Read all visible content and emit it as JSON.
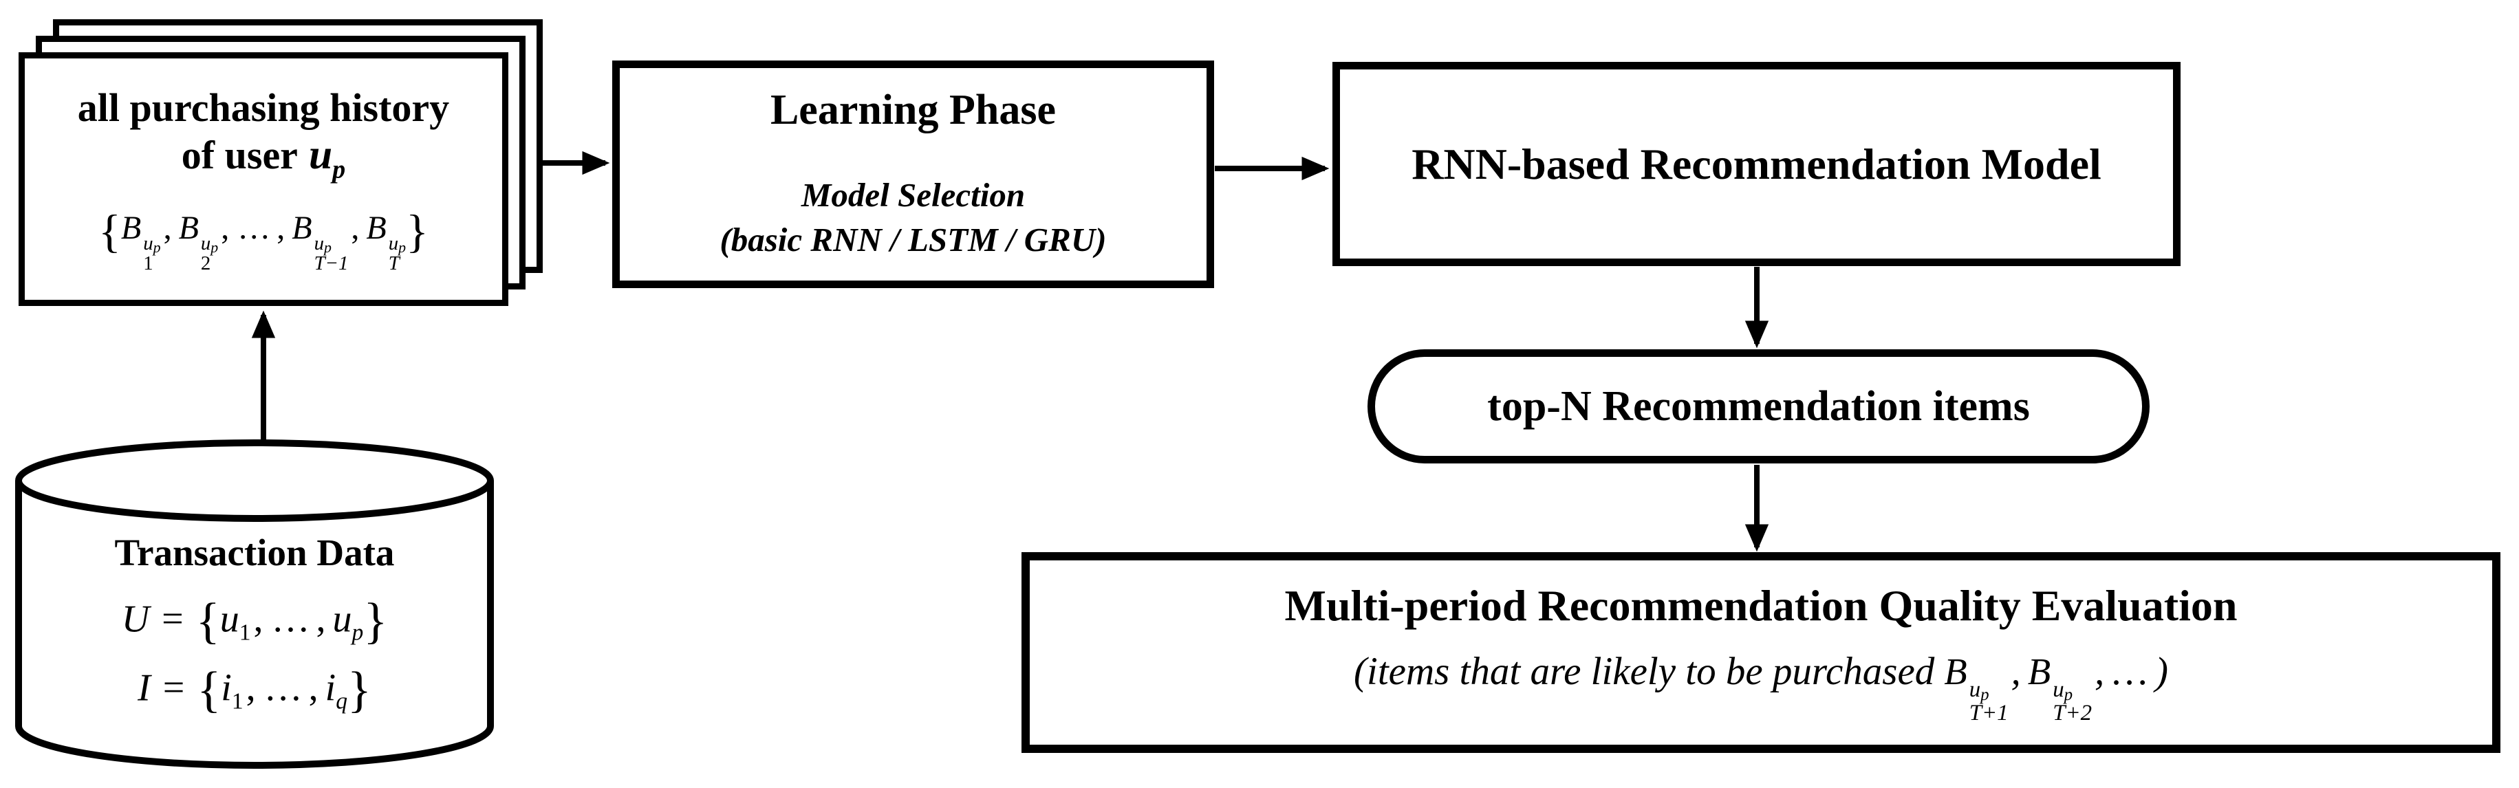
{
  "colors": {
    "ink": "#000000",
    "background": "#ffffff"
  },
  "math": {
    "B": "B",
    "u": "u",
    "p": "p",
    "open": "{",
    "close": "}",
    "comma": ",",
    "dots": "…",
    "eq": "="
  },
  "pages": {
    "line1": "all purchasing history",
    "line2": "of user",
    "user_base": "u",
    "user_sub": "p",
    "f": {
      "subs": [
        "1",
        "2",
        "T−1",
        "T"
      ]
    }
  },
  "cylinder": {
    "title": "Transaction Data",
    "eq1": {
      "lhs": "U",
      "base": "u",
      "sub_first": "1",
      "sub_last": "p"
    },
    "eq2": {
      "lhs": "I",
      "base": "i",
      "sub_first": "1",
      "sub_last": "q"
    }
  },
  "learning": {
    "title": "Learning Phase",
    "line2": "Model Selection",
    "line3": "(basic RNN / LSTM / GRU)"
  },
  "rnn": {
    "title": "RNN-based Recommendation Model"
  },
  "pill": {
    "title": "top-N Recommendation items"
  },
  "eval": {
    "title": "Multi-period Recommendation Quality Evaluation",
    "prefix": "(items that are likely to be purchased",
    "subs": [
      "T+1",
      "T+2"
    ],
    "close": ")"
  }
}
